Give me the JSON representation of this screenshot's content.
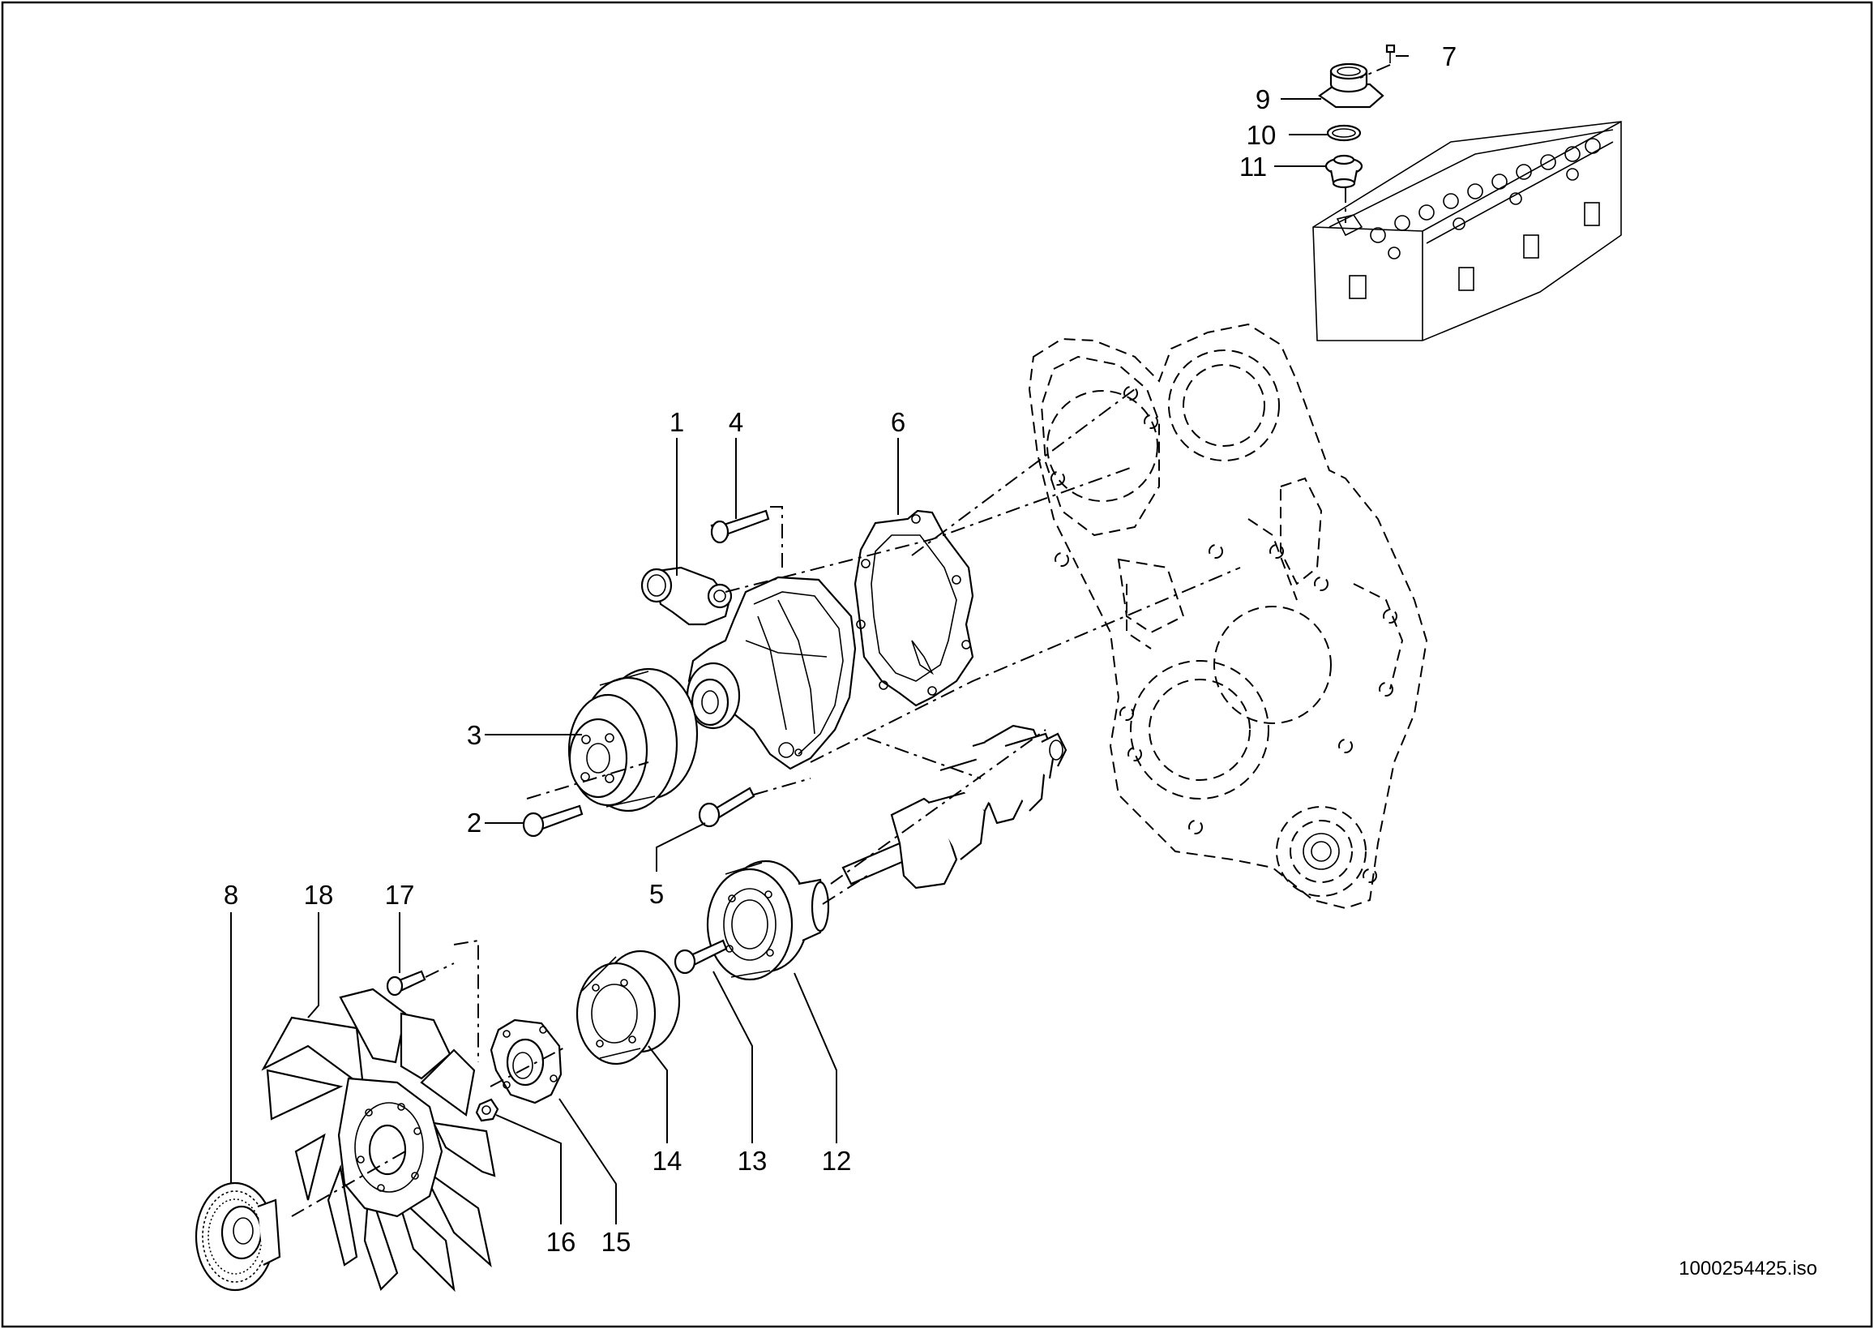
{
  "figure": {
    "file_id": "1000254425.iso"
  },
  "callouts": [
    {
      "id": "1",
      "label": "1"
    },
    {
      "id": "2",
      "label": "2"
    },
    {
      "id": "3",
      "label": "3"
    },
    {
      "id": "4",
      "label": "4"
    },
    {
      "id": "5",
      "label": "5"
    },
    {
      "id": "6",
      "label": "6"
    },
    {
      "id": "7",
      "label": "7"
    },
    {
      "id": "8",
      "label": "8"
    },
    {
      "id": "9",
      "label": "9"
    },
    {
      "id": "10",
      "label": "10"
    },
    {
      "id": "11",
      "label": "11"
    },
    {
      "id": "12",
      "label": "12"
    },
    {
      "id": "13",
      "label": "13"
    },
    {
      "id": "14",
      "label": "14"
    },
    {
      "id": "15",
      "label": "15"
    },
    {
      "id": "16",
      "label": "16"
    },
    {
      "id": "17",
      "label": "17"
    },
    {
      "id": "18",
      "label": "18"
    }
  ]
}
